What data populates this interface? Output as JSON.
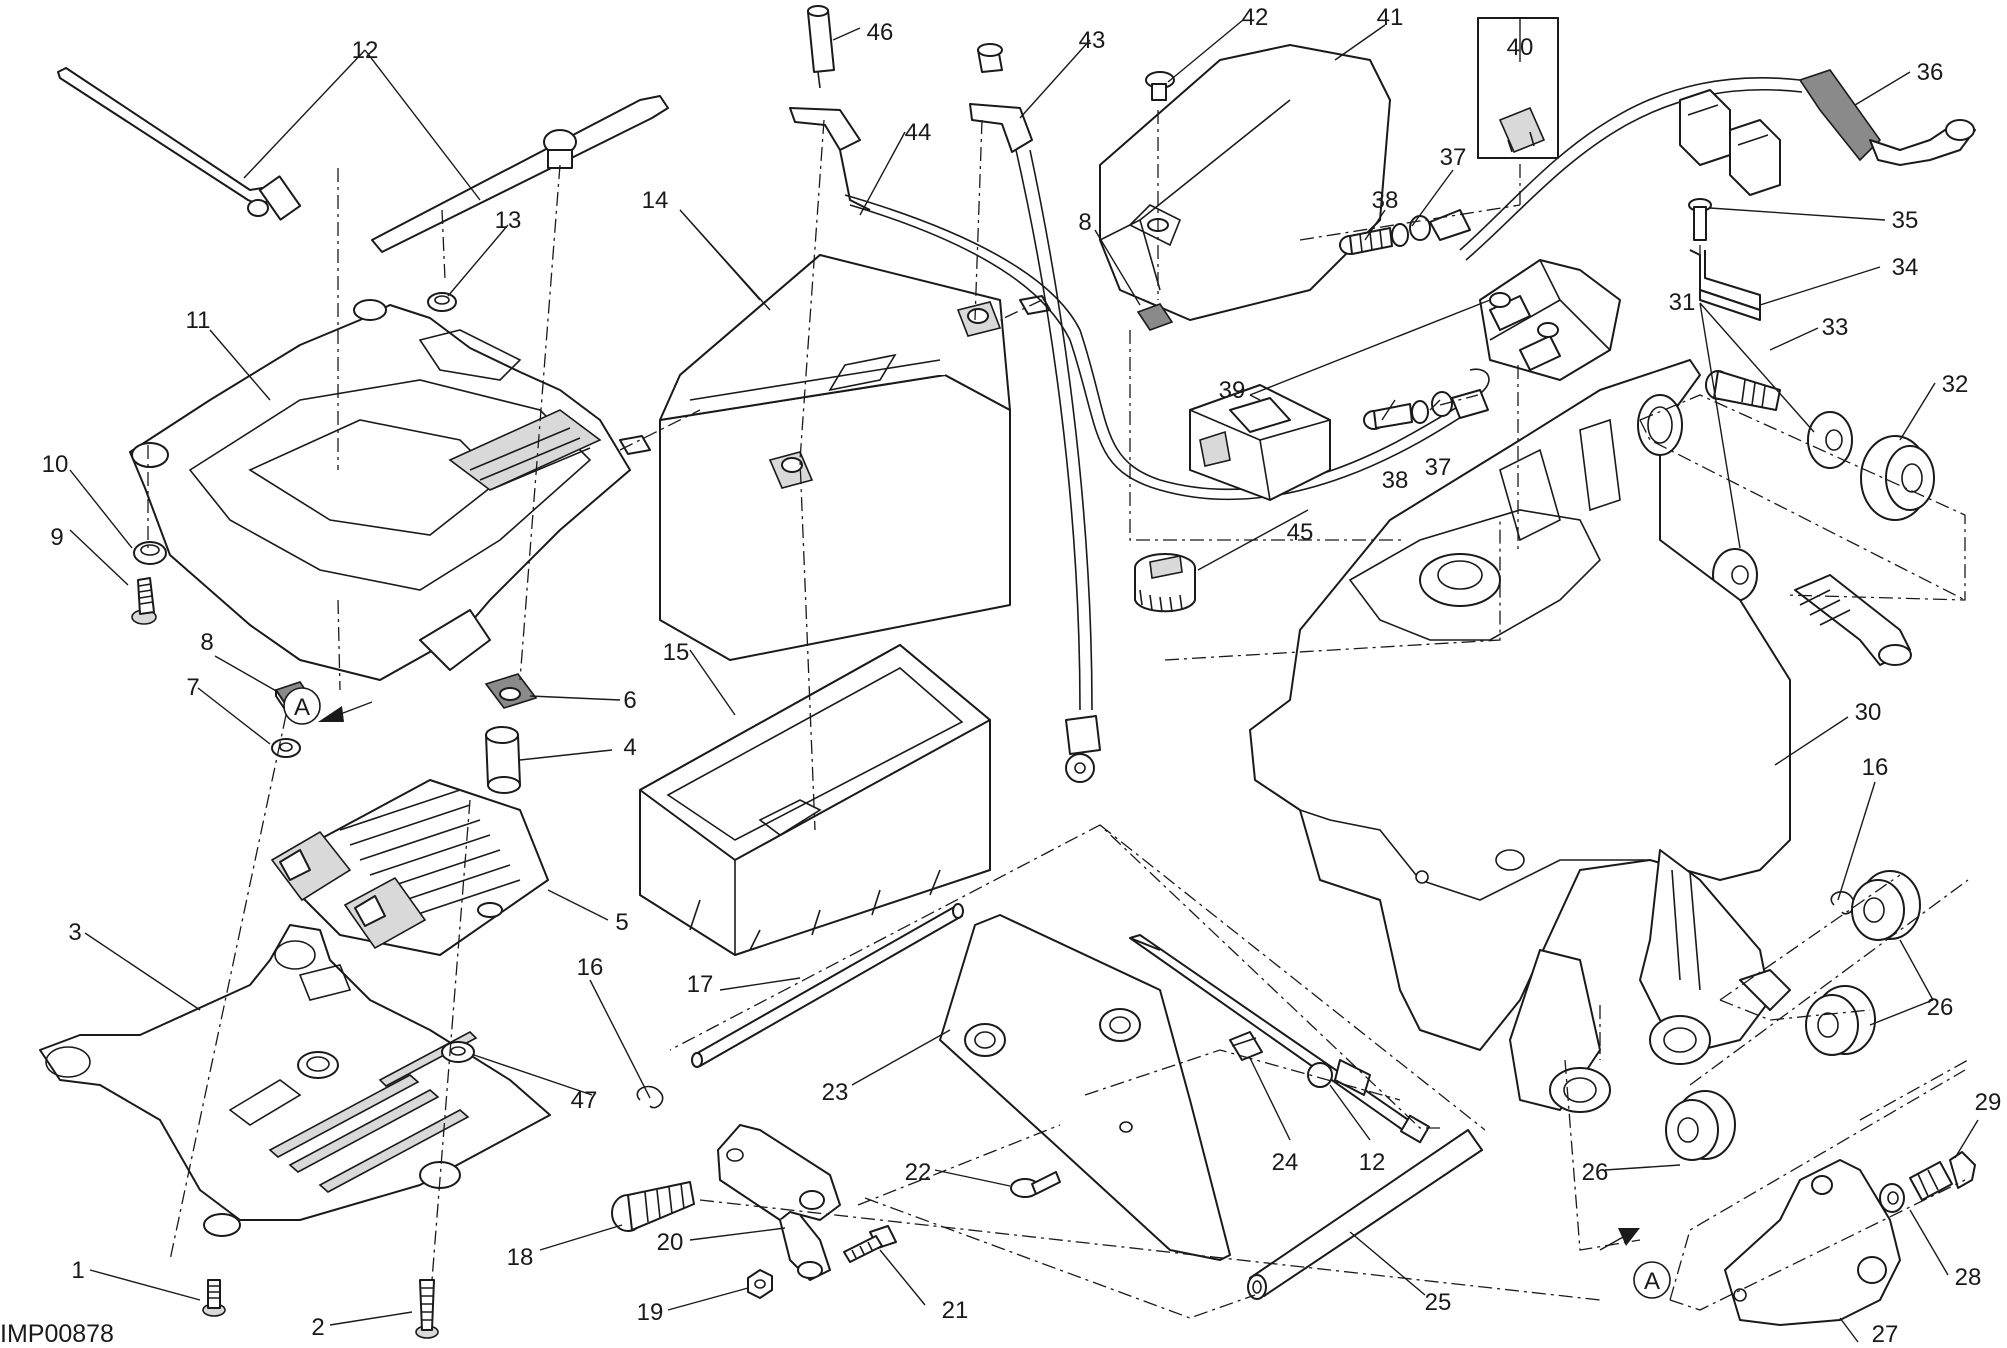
{
  "drawing_code": "IMP00878",
  "view_marker": "A",
  "colors": {
    "line": "#1a1a1a",
    "shade": "#d9d9d9",
    "background": "#ffffff"
  },
  "callouts": {
    "c1": "1",
    "c2": "2",
    "c3": "3",
    "c4": "4",
    "c5": "5",
    "c6": "6",
    "c7": "7",
    "c8a": "8",
    "c8b": "8",
    "c9": "9",
    "c10": "10",
    "c11": "11",
    "c12a": "12",
    "c12b": "12",
    "c13": "13",
    "c14": "14",
    "c15": "15",
    "c16a": "16",
    "c16b": "16",
    "c17": "17",
    "c18": "18",
    "c19": "19",
    "c20": "20",
    "c21": "21",
    "c22": "22",
    "c23": "23",
    "c24": "24",
    "c25": "25",
    "c26a": "26",
    "c26b": "26",
    "c27": "27",
    "c28": "28",
    "c29": "29",
    "c30": "30",
    "c31": "31",
    "c32": "32",
    "c33": "33",
    "c34": "34",
    "c35": "35",
    "c36": "36",
    "c37a": "37",
    "c37b": "37",
    "c38a": "38",
    "c38b": "38",
    "c39": "39",
    "c40": "40",
    "c41": "41",
    "c42": "42",
    "c43": "43",
    "c44": "44",
    "c45": "45",
    "c46": "46",
    "c47": "47"
  }
}
